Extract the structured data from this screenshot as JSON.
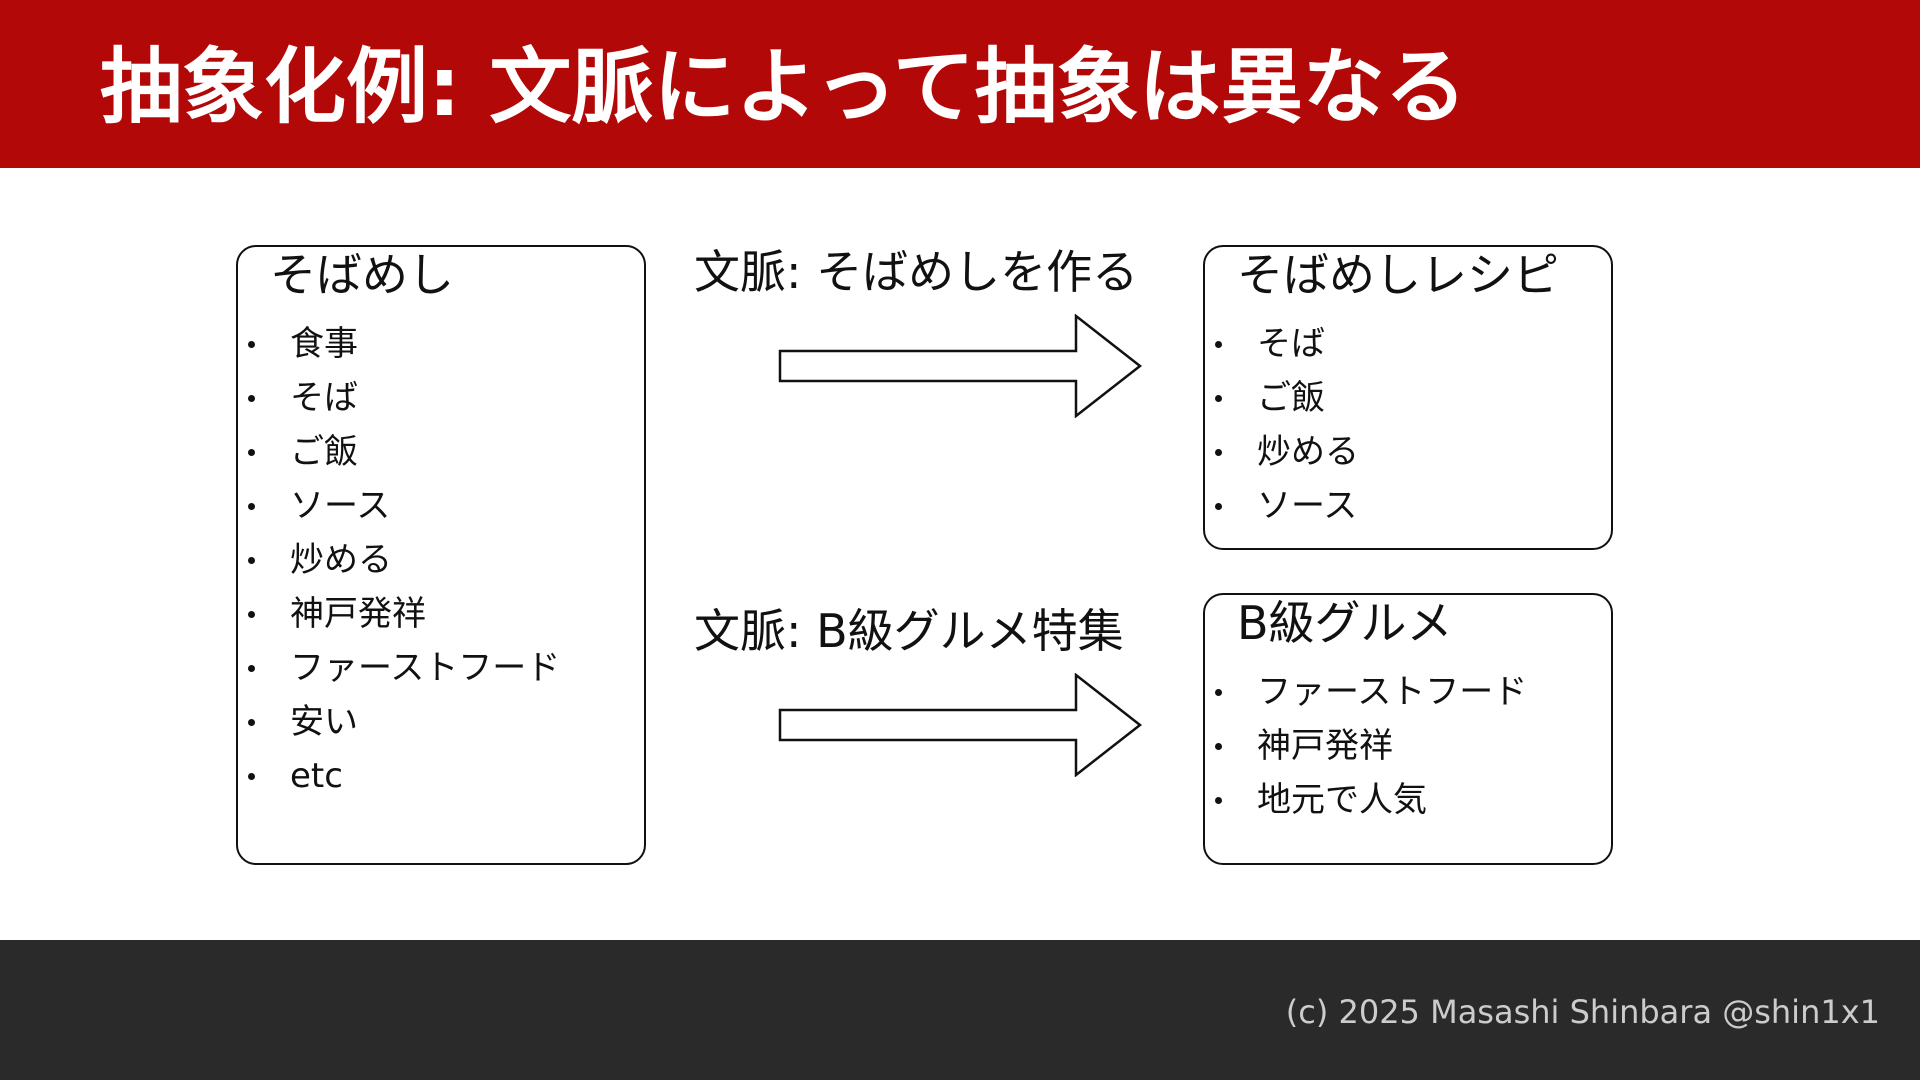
{
  "slide": {
    "title": "抽象化例: 文脈によって抽象は異なる",
    "colors": {
      "title_bar": "#b30808",
      "footer_bar": "#2a2a2a",
      "title_text": "#ffffff",
      "footer_text": "#cccccc"
    }
  },
  "source_box": {
    "heading": "そばめし",
    "items": [
      "食事",
      "そば",
      "ご飯",
      "ソース",
      "炒める",
      "神戸発祥",
      "ファーストフード",
      "安い",
      "etc"
    ]
  },
  "contexts": [
    {
      "label": "文脈: そばめしを作る",
      "arrow_icon": "right-arrow-icon",
      "result": {
        "heading": "そばめしレシピ",
        "items": [
          "そば",
          "ご飯",
          "炒める",
          "ソース"
        ]
      }
    },
    {
      "label": "文脈: B級グルメ特集",
      "arrow_icon": "right-arrow-icon",
      "result": {
        "heading": "B級グルメ",
        "items": [
          "ファーストフード",
          "神戸発祥",
          "地元で人気"
        ]
      }
    }
  ],
  "footer": {
    "copyright": "(c) 2025 Masashi Shinbara @shin1x1"
  }
}
